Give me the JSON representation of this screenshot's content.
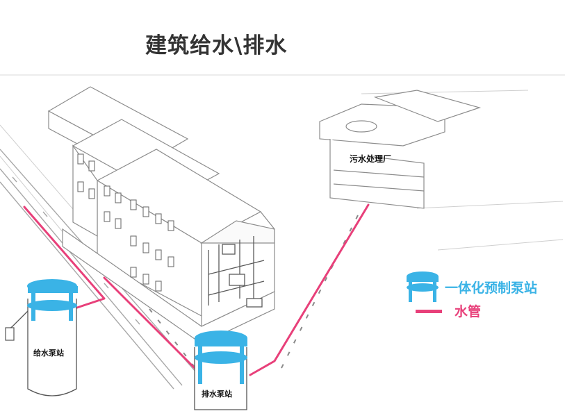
{
  "title": "建筑给水\\排水",
  "labels": {
    "treatment_plant": "污水处理厂",
    "supply_station": "给水泵站",
    "drain_station": "排水泵站"
  },
  "legend": {
    "station": "一体化预制泵站",
    "pipe": "水管"
  },
  "colors": {
    "station": "#3ab3e6",
    "pipe": "#e8407a",
    "sketch": "#9a9a9a",
    "text": "#333333"
  },
  "icons": [
    "pump-station-icon",
    "pipe-line-icon"
  ]
}
